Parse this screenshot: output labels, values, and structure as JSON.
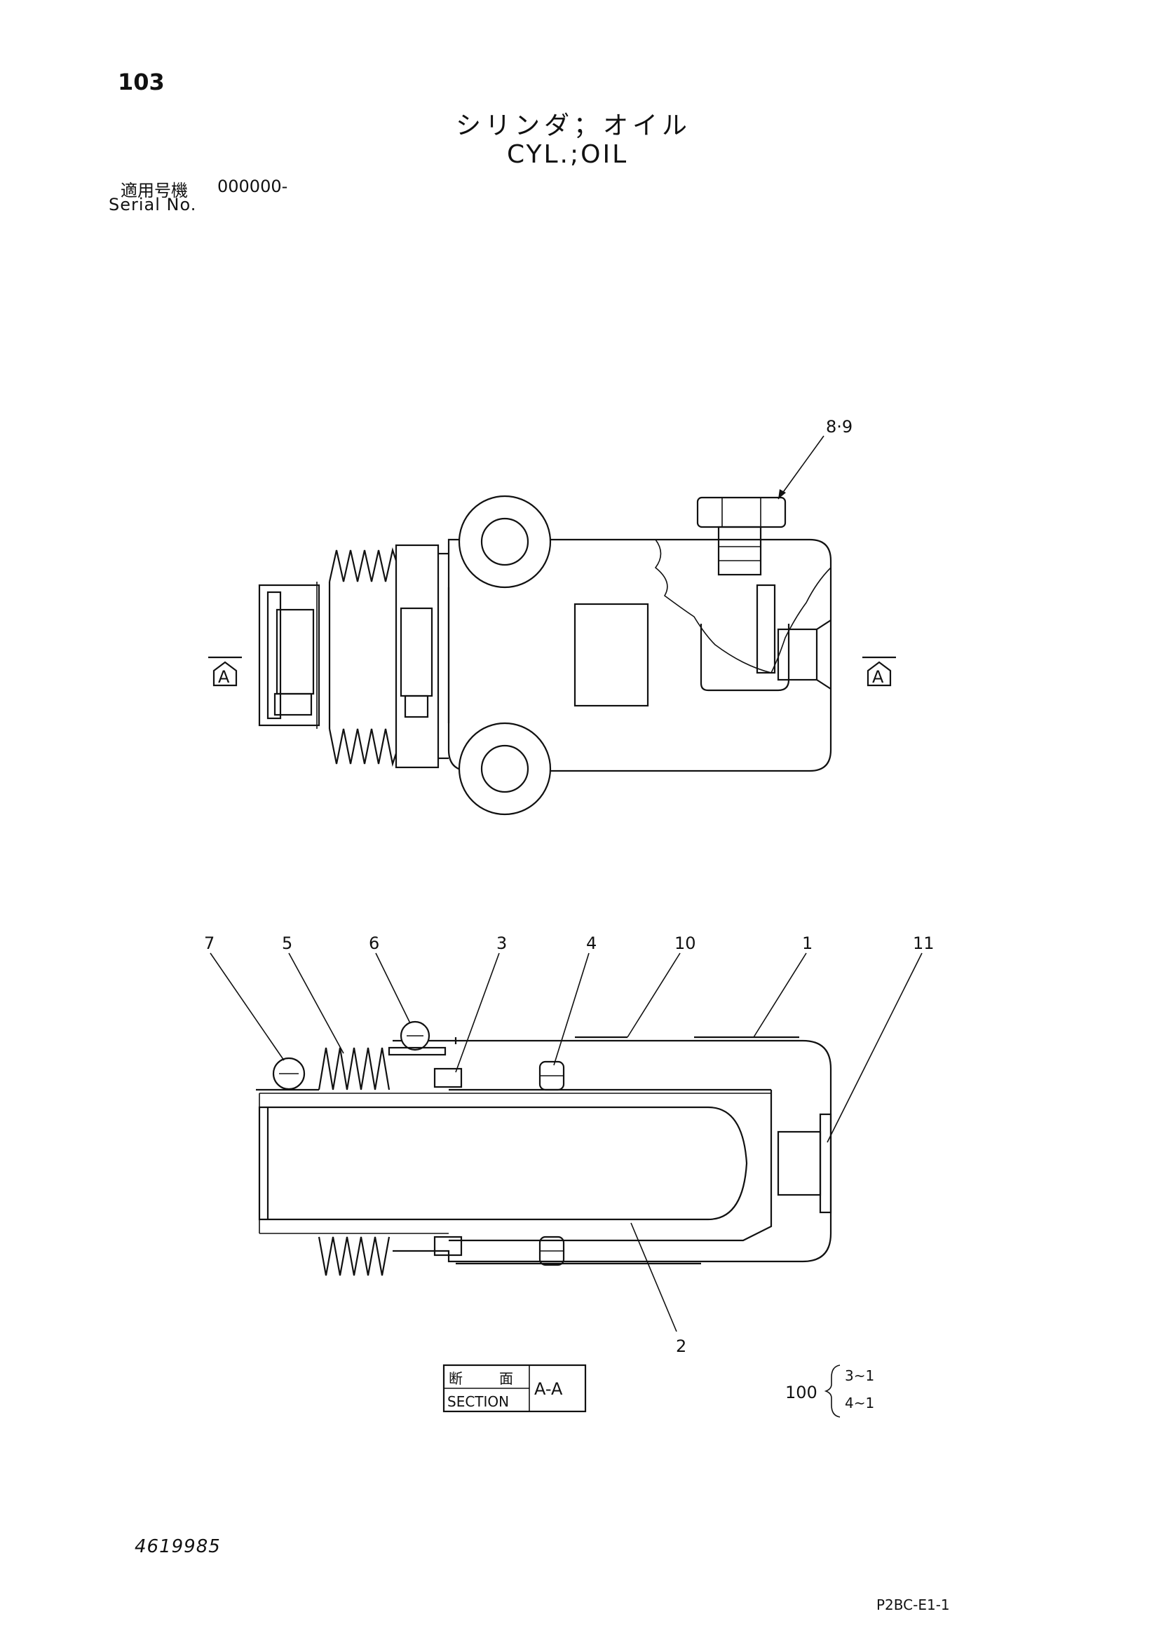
{
  "header": {
    "page_number": "103",
    "title_jp": "シリンダ；オイル",
    "title_en": "CYL.;OIL",
    "serial_label_jp": "適用号機",
    "serial_value": "000000-",
    "serial_label_en": "Serial No."
  },
  "top_view": {
    "callout_label": "8·9",
    "section_marker_left": "A",
    "section_marker_right": "A"
  },
  "section_view": {
    "callouts": {
      "c7": "7",
      "c5": "5",
      "c6": "6",
      "c3": "3",
      "c4": "4",
      "c10": "10",
      "c1": "1",
      "c11": "11",
      "c2": "2"
    },
    "section_box": {
      "jp_label_1": "断",
      "jp_label_2": "面",
      "en_label": "SECTION",
      "section_id": "A-A"
    }
  },
  "kit_note": {
    "part": "100",
    "item_1": "3~1",
    "item_2": "4~1"
  },
  "footer": {
    "drawing_number": "4619985",
    "sheet_code": "P2BC-E1-1"
  }
}
